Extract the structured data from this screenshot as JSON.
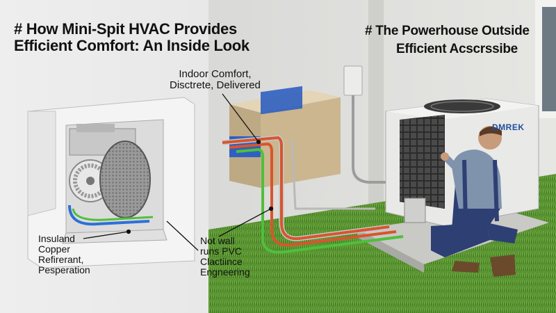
{
  "title_left": {
    "line1": "# How Mini-Spit HVAC Provides",
    "line2": "Efficient Comfort: An Inside Look"
  },
  "title_right": {
    "line1": "# The Powerhouse Outside",
    "line2": "Efficient Acscrssibe"
  },
  "captions": {
    "indoor": [
      "Indoor Comfort,",
      "Disctrete, Delivered"
    ],
    "insulation": [
      "Insuland",
      "Copper",
      "Refirerant,",
      "Pesperation"
    ],
    "wall": [
      "Not wall",
      "runs PVC",
      "Clactiince",
      "Engneering"
    ]
  },
  "brand_label": "DMREK",
  "colors": {
    "refrigerant_line": "#d8552e",
    "insulation_blue": "#2f6fd6",
    "condensate_green": "#4fbf3c",
    "grass": "#4f8a2b",
    "overalls": "#2d3f73"
  }
}
